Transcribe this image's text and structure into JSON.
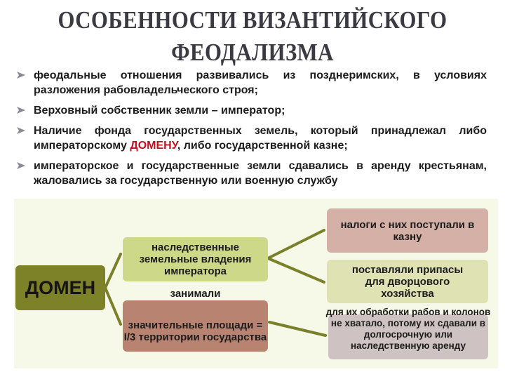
{
  "title": {
    "line1": "ОСОБЕННОСТИ ВИЗАНТИЙСКОГО",
    "line2": "ФЕОДАЛИЗМА"
  },
  "bullets": [
    {
      "icon": "arrowhead-bullet-icon",
      "text": "феодальные отношения развивались из позднеримских, в условиях разложения рабовладельческого строя;"
    },
    {
      "icon": "arrowhead-bullet-icon",
      "text": "Верховный собственник земли – император;"
    },
    {
      "icon": "arrowhead-bullet-icon",
      "text_before": "Наличие фонда государственных земель, который принадлежал либо императорскому ",
      "highlight": "ДОМЕНУ",
      "text_after": ", либо государственной казне;"
    },
    {
      "icon": "arrowhead-bullet-icon",
      "text": "императорское и государственные земли сдавались в аренду крестьянам, жаловались за государственную или военную службу"
    }
  ],
  "diagram": {
    "root": {
      "label": "ДОМЕН"
    },
    "branches": [
      {
        "label": "наследственные земельные владения императора"
      },
      {
        "label_top": "занимали",
        "label": "значительные площади = I/3 территории государства"
      }
    ],
    "leaves": [
      {
        "label": "налоги с них поступали в казну"
      },
      {
        "label": "поставляли припасы для дворцового хозяйства"
      },
      {
        "label": "для их обработки рабов и колонов не хватало, потому их сдавали в долгосрочную или наследственную аренду"
      }
    ],
    "colors": {
      "panel": "#f6f8e8",
      "root": "#7d8127",
      "connector": "#7a7f2a",
      "branch_green": "#cdd889",
      "branch_brown": "#b98372",
      "leaf_pink": "#d4b0a7",
      "leaf_green": "#dfe3b4",
      "leaf_gray": "#cec3c2",
      "highlight_red": "#c0101e"
    }
  }
}
